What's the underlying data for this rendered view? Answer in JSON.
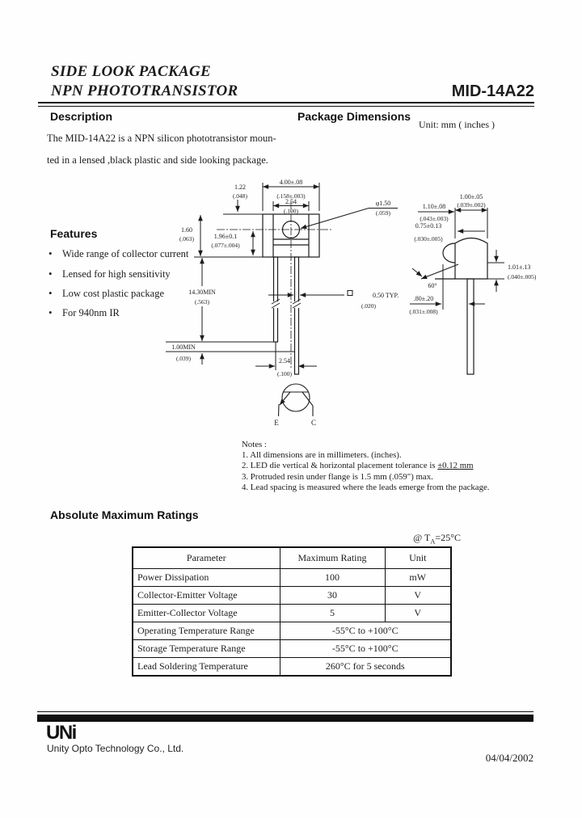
{
  "header": {
    "title_line1": "SIDE LOOK PACKAGE",
    "title_line2": "NPN PHOTOTRANSISTOR",
    "part_number": "MID-14A22"
  },
  "description": {
    "heading": "Description",
    "line1": "The MID-14A22 is a NPN silicon phototransistor moun-",
    "line2": "ted  in a lensed ,black plastic and  side looking package."
  },
  "features": {
    "heading": "Features",
    "items": [
      "Wide range of collector current",
      "Lensed for high sensitivity",
      "Low cost plastic package",
      "For 940nm IR"
    ]
  },
  "package_dimensions": {
    "heading": "Package Dimensions",
    "unit_note": "Unit: mm ( inches )"
  },
  "dims": {
    "f_w1a": "4.00±.08",
    "f_w1b": "(.158±.003)",
    "f_w2a": "2.54",
    "f_w2b": "(.100)",
    "f_h1a": "1.22",
    "f_h1b": "(.048)",
    "f_h2a": "1.60",
    "f_h2b": "(.063)",
    "f_h3a": "1.96±0.1",
    "f_h3b": "(.077±.004)",
    "f_len1a": "14.30MIN",
    "f_len1b": "(.563)",
    "f_len2a": "1.00MIN",
    "f_len2b": "(.039)",
    "f_lensa": "φ1.50",
    "f_lensb": "(.059)",
    "f_sqa": "0.50 TYP.",
    "f_sqb": "(.020)",
    "f_pitcha": "2.54",
    "f_pitchb": "(.100)",
    "pin_e": "E",
    "pin_c": "C",
    "s_topa": "1.00±.05",
    "s_topb": "(.039±.002)",
    "s_l1a": "1.10±.08",
    "s_l1b": "(.043±.003)",
    "s_l2a": "0.75±0.13",
    "s_l2b": "(.030±.005)",
    "s_r1a": "1.01±.13",
    "s_r1b": "(.040±.005)",
    "s_ang": "60°",
    "s_b1a": ".80±.20",
    "s_b1b": "(.031±.008)"
  },
  "notes": {
    "title": "Notes :",
    "item1": "1. All dimensions are in millimeters. (inches).",
    "item2_prefix": "2. LED die vertical & horizontal placement tolerance is ",
    "item2_underlined": "±0.12 mm",
    "item3": "3. Protruded resin under flange is 1.5 mm (.059\") max.",
    "item4": "4. Lead spacing is measured where the leads emerge from the package."
  },
  "ratings": {
    "heading": "Absolute Maximum Ratings",
    "condition_prefix": "@ T",
    "condition_sub": "A",
    "condition_suffix": "=25°C",
    "table": {
      "headers": [
        "Parameter",
        "Maximum Rating",
        "Unit"
      ],
      "rows": [
        {
          "parameter": "Power Dissipation",
          "rating": "100",
          "unit": "mW"
        },
        {
          "parameter": "Collector-Emitter Voltage",
          "rating": "30",
          "unit": "V"
        },
        {
          "parameter": "Emitter-Collector Voltage",
          "rating": "5",
          "unit": "V"
        },
        {
          "parameter": "Operating Temperature Range",
          "rating": "-55°C to +100°C",
          "unit": ""
        },
        {
          "parameter": "Storage Temperature Range",
          "rating": "-55°C to +100°C",
          "unit": ""
        },
        {
          "parameter": "Lead Soldering Temperature",
          "rating": "260°C for 5 seconds",
          "unit": ""
        }
      ]
    }
  },
  "footer": {
    "logo": "UNi",
    "company": "Unity Opto Technology Co., Ltd.",
    "date": "04/04/2002"
  }
}
